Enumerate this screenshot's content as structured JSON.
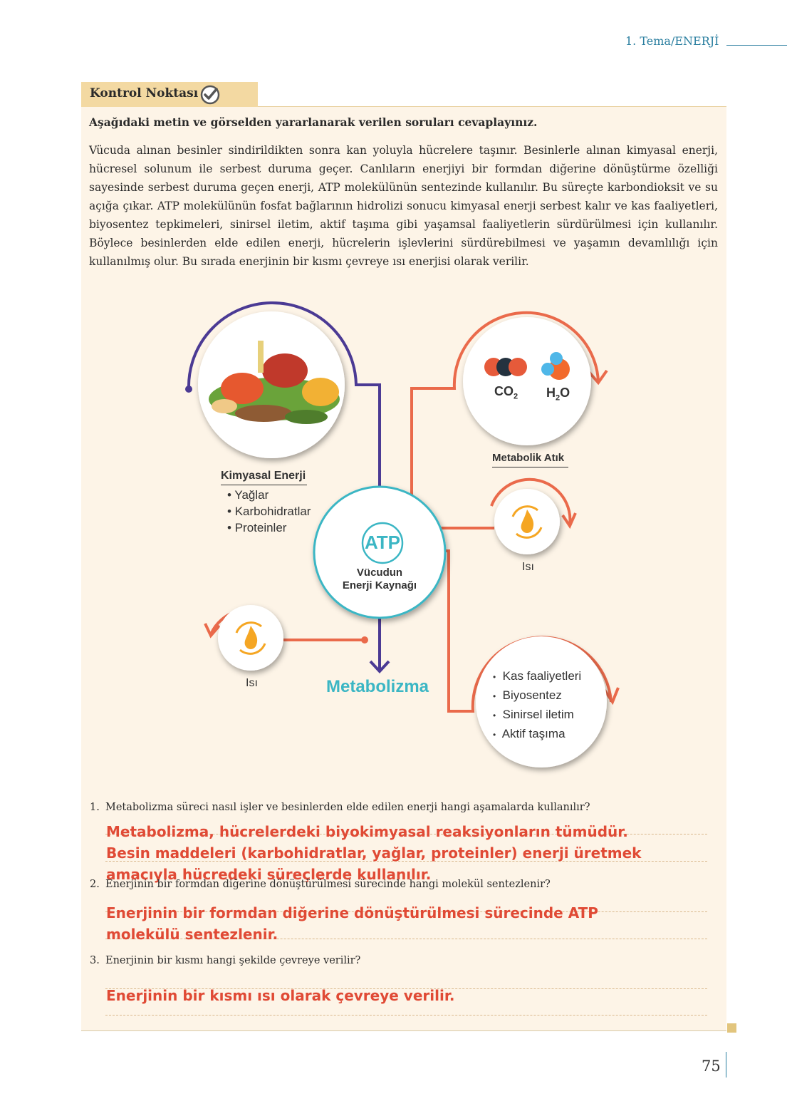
{
  "header": {
    "title": "1. Tema/ENERJİ"
  },
  "section": {
    "tab_label": "Kontrol Noktası",
    "instruction": "Aşağıdaki metin ve görselden yararlanarak verilen soruları cevaplayınız.",
    "paragraph": "Vücuda alınan besinler sindirildikten sonra kan yoluyla hücrelere taşınır. Besinlerle alınan kimyasal enerji, hücresel solunum ile serbest duruma geçer. Canlıların enerjiyi bir formdan diğerine dönüştürme özelliği sayesinde serbest duruma geçen enerji, ATP molekülünün sentezinde kullanılır. Bu süreçte karbondioksit ve su açığa çıkar. ATP molekülünün fosfat bağlarının hidrolizi sonucu kimyasal enerji serbest kalır ve kas faaliyetleri, biyosentez tepkimeleri, sinirsel iletim, aktif taşıma gibi yaşamsal faaliyetlerin sürdürülmesi için kullanılır. Böylece besinlerden elde edilen enerji, hücrelerin işlevlerini sürdürebilmesi ve yaşamın devamlılığı için kullanılmış olur. Bu sırada enerjinin bir kısmı çevreye ısı enerjisi olarak verilir."
  },
  "diagram": {
    "food_label": "Kimyasal Enerji",
    "food_items": [
      "Yağlar",
      "Karbohidratlar",
      "Proteinler"
    ],
    "atp": "ATP",
    "atp_sub1": "Vücudun",
    "atp_sub2": "Enerji Kaynağı",
    "co2": "CO",
    "co2_sub": "2",
    "h2o_h": "H",
    "h2o_sub": "2",
    "h2o_o": "O",
    "waste_label": "Metabolik Atık",
    "heat_right": "Isı",
    "heat_left": "Isı",
    "metabolism": "Metabolizma",
    "activities": [
      "Kas faaliyetleri",
      "Biyosentez",
      "Sinirsel iletim",
      "Aktif taşıma"
    ],
    "colors": {
      "purple": "#4b3a94",
      "orange": "#ea6a4b",
      "teal": "#3bb6c4",
      "flame": "#f5a623"
    }
  },
  "questions": [
    {
      "num": "1.",
      "text": "Metabolizma süreci nasıl işler ve besinlerden elde edilen enerji hangi aşamalarda kullanılır?",
      "answer": "Metabolizma, hücrelerdeki biyokimyasal reaksiyonların tümüdür. Besin maddeleri (karbohidratlar, yağlar, proteinler) enerji üretmek amacıyla hücredeki süreçlerde kullanılır."
    },
    {
      "num": "2.",
      "text": "Enerjinin bir formdan diğerine dönüştürülmesi sürecinde hangi molekül sentezlenir?",
      "answer": "Enerjinin bir formdan diğerine dönüştürülmesi sürecinde ATP molekülü sentezlenir."
    },
    {
      "num": "3.",
      "text": "Enerjinin bir kısmı hangi şekilde çevreye verilir?",
      "answer": "Enerjinin bir kısmı ısı olarak çevreye verilir."
    }
  ],
  "page_number": "75"
}
